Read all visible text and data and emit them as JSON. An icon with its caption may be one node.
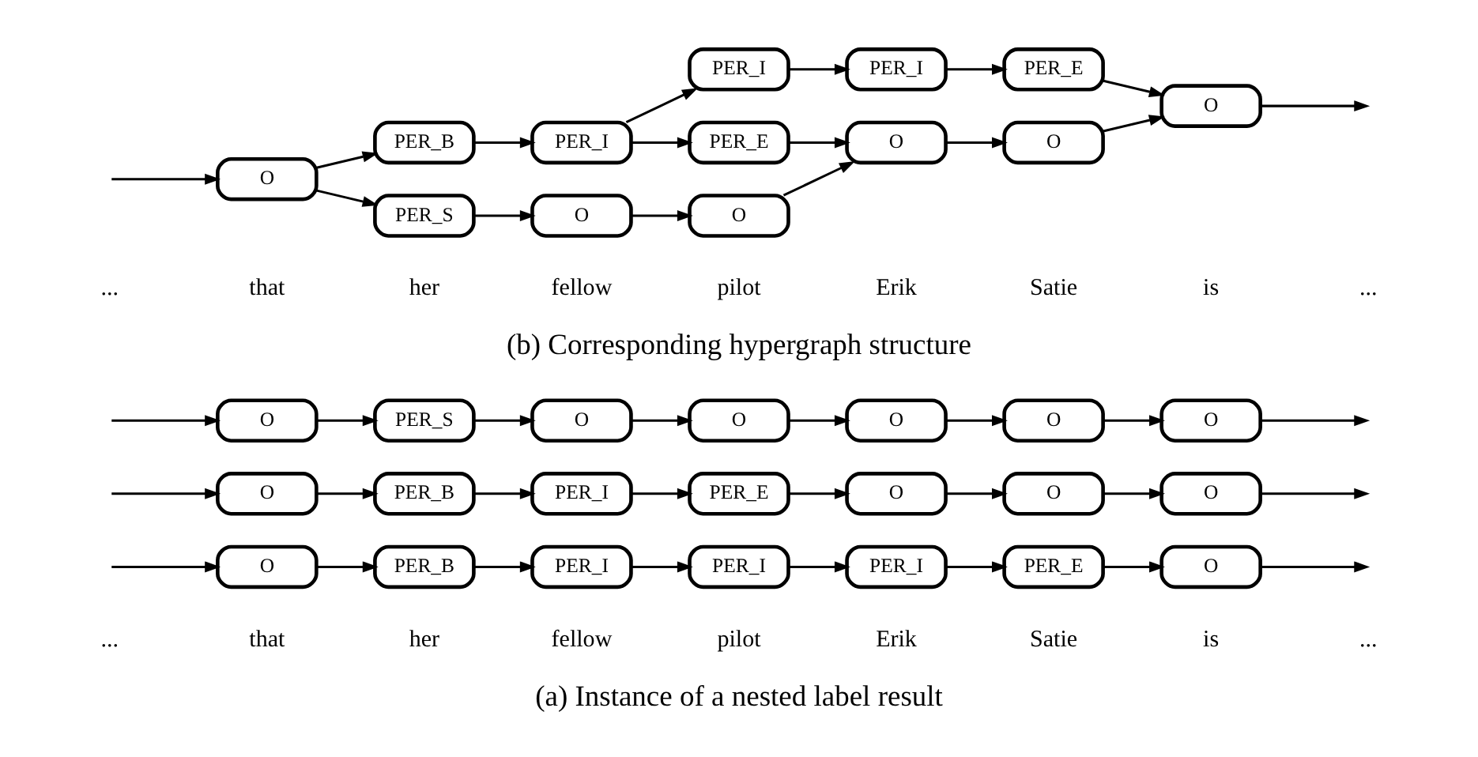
{
  "diagram": {
    "nodes": [
      {
        "text": [
          "O"
        ]
      },
      {
        "text": [
          "PER_S"
        ]
      },
      {
        "text": [
          "O"
        ]
      },
      {
        "text": [
          "O"
        ]
      },
      {
        "text": [
          "O"
        ]
      },
      {
        "text": [
          "O"
        ]
      },
      {
        "text": [
          "O"
        ]
      },
      {
        "text": [
          "O"
        ]
      },
      {
        "text": [
          "PER_B"
        ]
      },
      {
        "text": [
          "PER_I"
        ]
      },
      {
        "text": [
          "PER_E"
        ]
      },
      {
        "text": [
          "O"
        ]
      },
      {
        "text": [
          "O"
        ]
      },
      {
        "text": [
          "O"
        ]
      },
      {
        "text": [
          "O"
        ]
      },
      {
        "text": [
          "PER_B"
        ]
      },
      {
        "text": [
          "PER_I"
        ]
      },
      {
        "text": [
          "PER_I"
        ]
      },
      {
        "text": [
          "PER_I"
        ]
      },
      {
        "text": [
          "PER_E"
        ]
      },
      {
        "text": [
          "O"
        ]
      },
      {
        "text": [
          "O"
        ]
      },
      {
        "text": [
          "O"
        ]
      },
      {
        "text": [
          "O"
        ]
      },
      {
        "text": [
          "O"
        ]
      },
      {
        "text": [
          "O"
        ]
      },
      {
        "text": [
          "O"
        ]
      },
      {
        "text": [
          "PER_S"
        ]
      },
      {
        "text": [
          "PER_E"
        ]
      },
      {
        "text": [
          "PER_E"
        ]
      },
      {
        "text": [
          "PER_B"
        ]
      },
      {
        "text": [
          "PER_I"
        ]
      },
      {
        "text": [
          "PER_I"
        ]
      },
      {
        "text": [
          "PER_I"
        ]
      }
    ],
    "edges": [
      {
        "from": null,
        "to": 0,
        "arrow": "to"
      },
      {
        "from": 0,
        "to": 1,
        "arrow": "to"
      },
      {
        "from": 1,
        "to": 2,
        "arrow": "to"
      },
      {
        "from": 2,
        "to": 3,
        "arrow": "to"
      },
      {
        "from": 3,
        "to": 4,
        "arrow": "to"
      },
      {
        "from": 4,
        "to": 5,
        "arrow": "to"
      },
      {
        "from": 5,
        "to": 6,
        "arrow": "to"
      },
      {
        "from": 6,
        "to": null,
        "arrow": "to"
      },
      {
        "from": null,
        "to": 7,
        "arrow": "to"
      },
      {
        "from": 7,
        "to": 8,
        "arrow": "to"
      },
      {
        "from": 8,
        "to": 9,
        "arrow": "to"
      },
      {
        "from": 9,
        "to": 10,
        "arrow": "to"
      },
      {
        "from": 10,
        "to": 11,
        "arrow": "to"
      },
      {
        "from": 11,
        "to": 12,
        "arrow": "to"
      },
      {
        "from": 12,
        "to": 13,
        "arrow": "to"
      },
      {
        "from": 13,
        "to": null,
        "arrow": "to"
      },
      {
        "from": null,
        "to": 14,
        "arrow": "to"
      },
      {
        "from": 14,
        "to": 15,
        "arrow": "to"
      },
      {
        "from": 15,
        "to": 16,
        "arrow": "to"
      },
      {
        "from": 16,
        "to": 17,
        "arrow": "to"
      },
      {
        "from": 17,
        "to": 18,
        "arrow": "to"
      },
      {
        "from": 18,
        "to": 19,
        "arrow": "to"
      },
      {
        "from": 19,
        "to": 20,
        "arrow": "to"
      },
      {
        "from": 20,
        "to": null,
        "arrow": "to"
      },
      {
        "from": null,
        "to": 21,
        "arrow": "to"
      },
      {
        "from": 21,
        "to": 27,
        "arrow": "to"
      },
      {
        "from": 21,
        "to": 30,
        "arrow": "to"
      },
      {
        "from": 27,
        "to": 22,
        "arrow": "to"
      },
      {
        "from": 30,
        "to": 31,
        "arrow": "to"
      },
      {
        "from": 22,
        "to": 23,
        "arrow": "to"
      },
      {
        "from": 31,
        "to": 28,
        "arrow": "to"
      },
      {
        "from": 31,
        "to": 32,
        "arrow": "to"
      },
      {
        "from": 23,
        "to": 24,
        "arrow": "to"
      },
      {
        "from": 28,
        "to": 24,
        "arrow": "to"
      },
      {
        "from": 32,
        "to": 33,
        "arrow": "to"
      },
      {
        "from": 24,
        "to": 25,
        "arrow": "to"
      },
      {
        "from": 33,
        "to": 29,
        "arrow": "to"
      },
      {
        "from": 25,
        "to": 26,
        "arrow": "to"
      },
      {
        "from": 29,
        "to": 26,
        "arrow": "to"
      },
      {
        "from": 26,
        "to": null,
        "arrow": "to"
      }
    ],
    "labels": [
      "...",
      "that",
      "her",
      "fellow",
      "pilot",
      "Erik",
      "Satie",
      "is",
      "...",
      "(a) Instance of a nested label result",
      "...",
      "that",
      "her",
      "fellow",
      "pilot",
      "Erik",
      "Satie",
      "is",
      "...",
      "(b) Corresponding hypergraph structure"
    ]
  }
}
